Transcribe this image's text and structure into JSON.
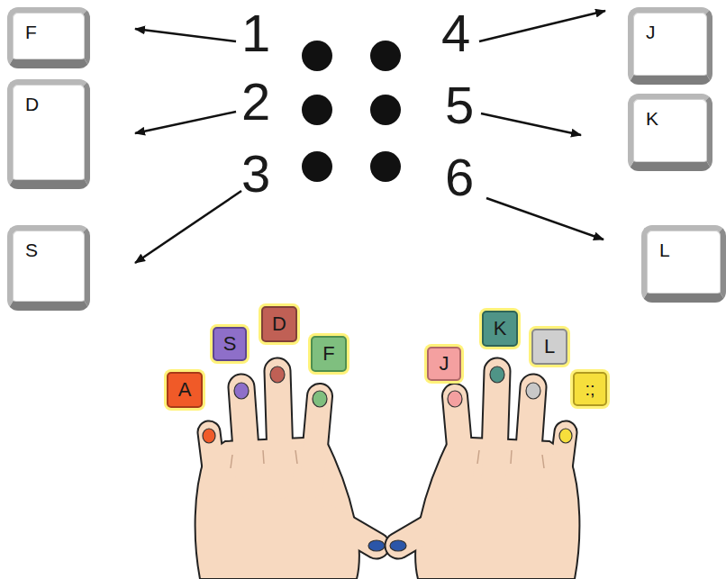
{
  "diagram": {
    "nodes": [
      {
        "text": [
          "F"
        ]
      },
      {
        "text": [
          "J"
        ]
      },
      {
        "text": [
          "D"
        ]
      },
      {
        "text": [
          "K"
        ]
      },
      {
        "text": [
          "S"
        ]
      },
      {
        "text": [
          "L"
        ]
      },
      {
        "text": [
          "A"
        ]
      },
      {
        "text": [
          "S"
        ]
      },
      {
        "text": [
          "D"
        ]
      },
      {
        "text": [
          "F"
        ]
      },
      {
        "text": [
          "J"
        ]
      },
      {
        "text": [
          "K"
        ]
      },
      {
        "text": [
          "L"
        ]
      },
      {
        "text": [
          ":;"
        ]
      }
    ],
    "labels": [
      "1",
      "2",
      "3",
      "4",
      "5",
      "6"
    ]
  }
}
